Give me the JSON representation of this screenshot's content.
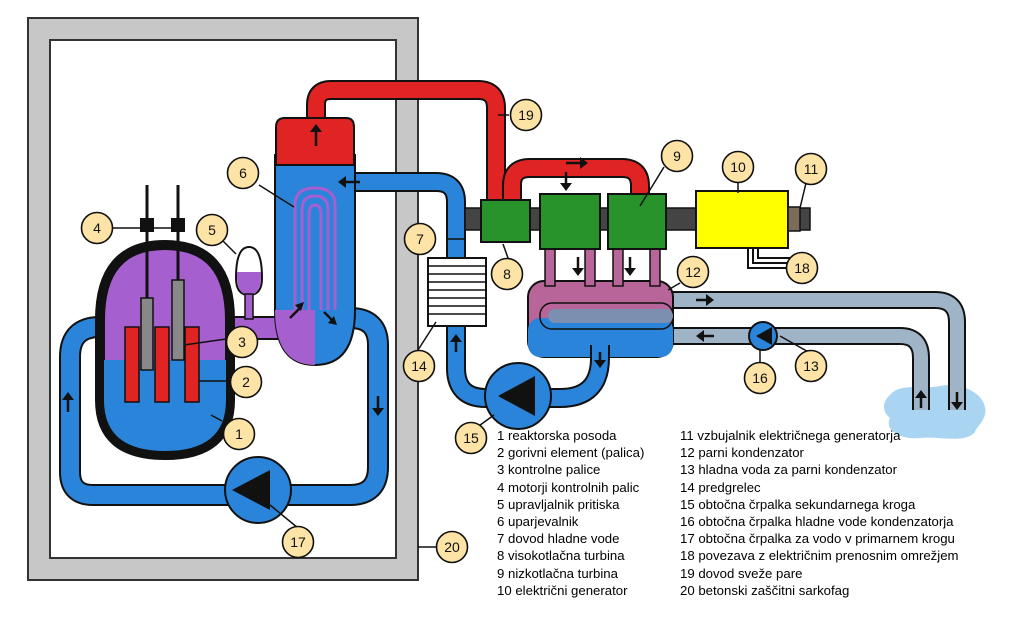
{
  "colors": {
    "concrete": "#c7c7c7",
    "cold_water": "#1b79d6",
    "steam": "#e02323",
    "reactor_fill": "#a65fcf",
    "turbine": "#27932a",
    "generator": "#ffff00",
    "cooling_water": "#9fb4c6",
    "outline": "#111111",
    "callout_fill": "#fde3a5"
  },
  "callouts": [
    "1",
    "2",
    "3",
    "4",
    "5",
    "6",
    "7",
    "8",
    "9",
    "10",
    "11",
    "12",
    "13",
    "14",
    "15",
    "16",
    "17",
    "18",
    "19",
    "20"
  ],
  "legend": {
    "left": [
      {
        "num": "1",
        "text": "reaktorska posoda"
      },
      {
        "num": "2",
        "text": "gorivni element (palica)"
      },
      {
        "num": "3",
        "text": "kontrolne palice"
      },
      {
        "num": "4",
        "text": "motorji kontrolnih palic"
      },
      {
        "num": "5",
        "text": "upravljalnik pritiska"
      },
      {
        "num": "6",
        "text": "uparjevalnik"
      },
      {
        "num": "7",
        "text": "dovod hladne vode"
      },
      {
        "num": "8",
        "text": "visokotlačna turbina"
      },
      {
        "num": "9",
        "text": "nizkotlačna turbina"
      },
      {
        "num": "10",
        "text": "električni generator"
      }
    ],
    "right": [
      {
        "num": "11",
        "text": "vzbujalnik električnega generatorja"
      },
      {
        "num": "12",
        "text": "parni kondenzator"
      },
      {
        "num": "13",
        "text": "hladna voda za parni kondenzator"
      },
      {
        "num": "14",
        "text": "predgrelec"
      },
      {
        "num": "15",
        "text": "obtočna črpalka sekundarnega kroga"
      },
      {
        "num": "16",
        "text": "obtočna črpalka hladne vode kondenzatorja"
      },
      {
        "num": "17",
        "text": "obtočna črpalka za vodo v primarnem krogu"
      },
      {
        "num": "18",
        "text": "povezava z električnim prenosnim omrežjem"
      },
      {
        "num": "19",
        "text": "dovod sveže pare"
      },
      {
        "num": "20",
        "text": "betonski zaščitni sarkofag"
      }
    ]
  }
}
